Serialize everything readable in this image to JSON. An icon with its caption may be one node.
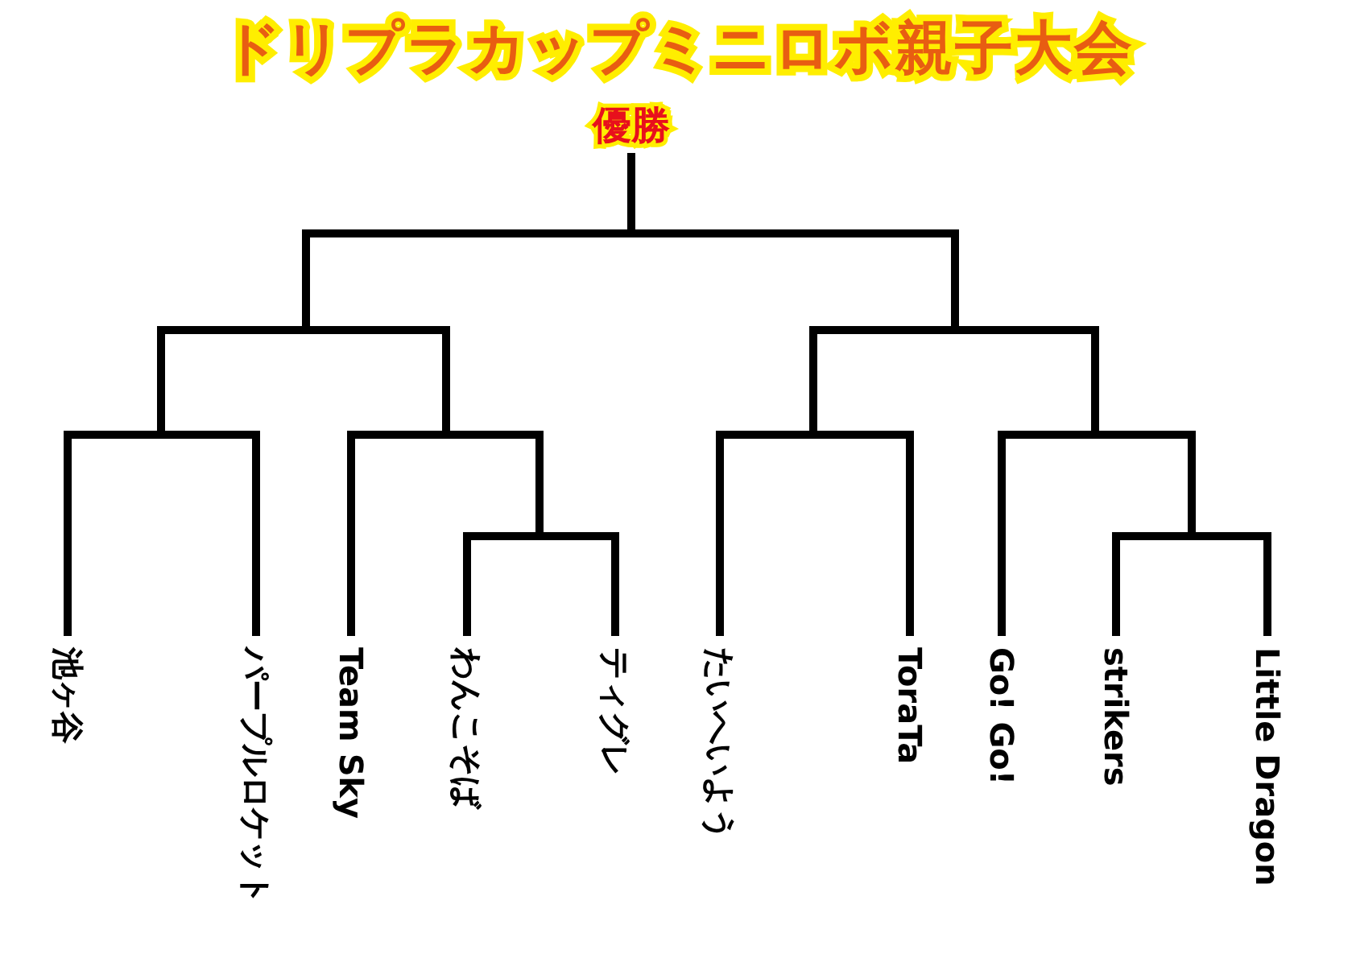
{
  "diagram": {
    "title": "ドリプラカップミニロボ親子大会",
    "nodes": [
      {
        "text": [
          "優勝"
        ]
      },
      {
        "text": [
          "池ヶ谷"
        ]
      },
      {
        "text": [
          "パープルロケット"
        ]
      },
      {
        "text": [
          "Team Sky"
        ]
      },
      {
        "text": [
          "わんこそば"
        ]
      },
      {
        "text": [
          "ティグレ"
        ]
      },
      {
        "text": [
          "たいへいよう"
        ]
      },
      {
        "text": [
          "ToraTa"
        ]
      },
      {
        "text": [
          "Go! Go!"
        ]
      },
      {
        "text": [
          "strikers"
        ]
      },
      {
        "text": [
          "Little Dragon"
        ]
      }
    ],
    "edges": [
      {
        "from": 1,
        "to": 0,
        "arrow": "none"
      },
      {
        "from": 2,
        "to": 0,
        "arrow": "none"
      },
      {
        "from": 3,
        "to": 0,
        "arrow": "none"
      },
      {
        "from": 4,
        "to": 0,
        "arrow": "none"
      },
      {
        "from": 5,
        "to": 0,
        "arrow": "none"
      },
      {
        "from": 6,
        "to": 0,
        "arrow": "none"
      },
      {
        "from": 7,
        "to": 0,
        "arrow": "none"
      },
      {
        "from": 8,
        "to": 0,
        "arrow": "none"
      },
      {
        "from": 9,
        "to": 0,
        "arrow": "none"
      },
      {
        "from": 10,
        "to": 0,
        "arrow": "none"
      }
    ]
  }
}
